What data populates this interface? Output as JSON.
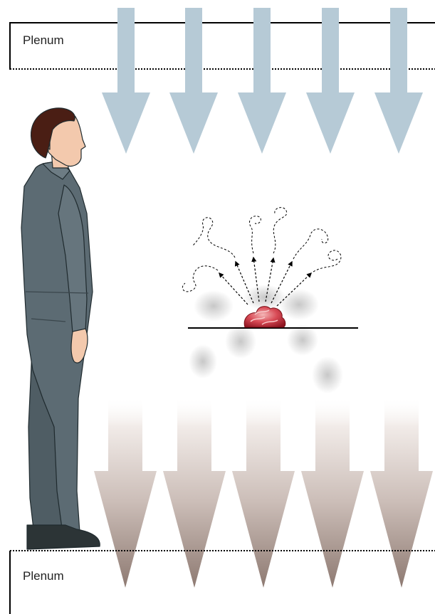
{
  "labels": {
    "top_plenum": "Plenum",
    "bottom_plenum": "Plenum"
  },
  "colors": {
    "clean_air_arrow": "#b6cad6",
    "exhaust_arrow_top": "#fdfcfb",
    "exhaust_arrow_bottom": "#8e7a72",
    "smoke": "#9a9a9a",
    "specimen": "#c2313d",
    "coverall": "#5c6b73",
    "hair": "#4a1e14",
    "skin": "#f3c9ad",
    "boot": "#2c3436",
    "line": "#000000"
  },
  "figure": {
    "icons": [
      "person-icon",
      "burning-specimen-icon",
      "smoke-plume-icon"
    ],
    "downdraft_arrows": 5,
    "exhaust_arrows": 5,
    "emission_arrows": 6
  }
}
